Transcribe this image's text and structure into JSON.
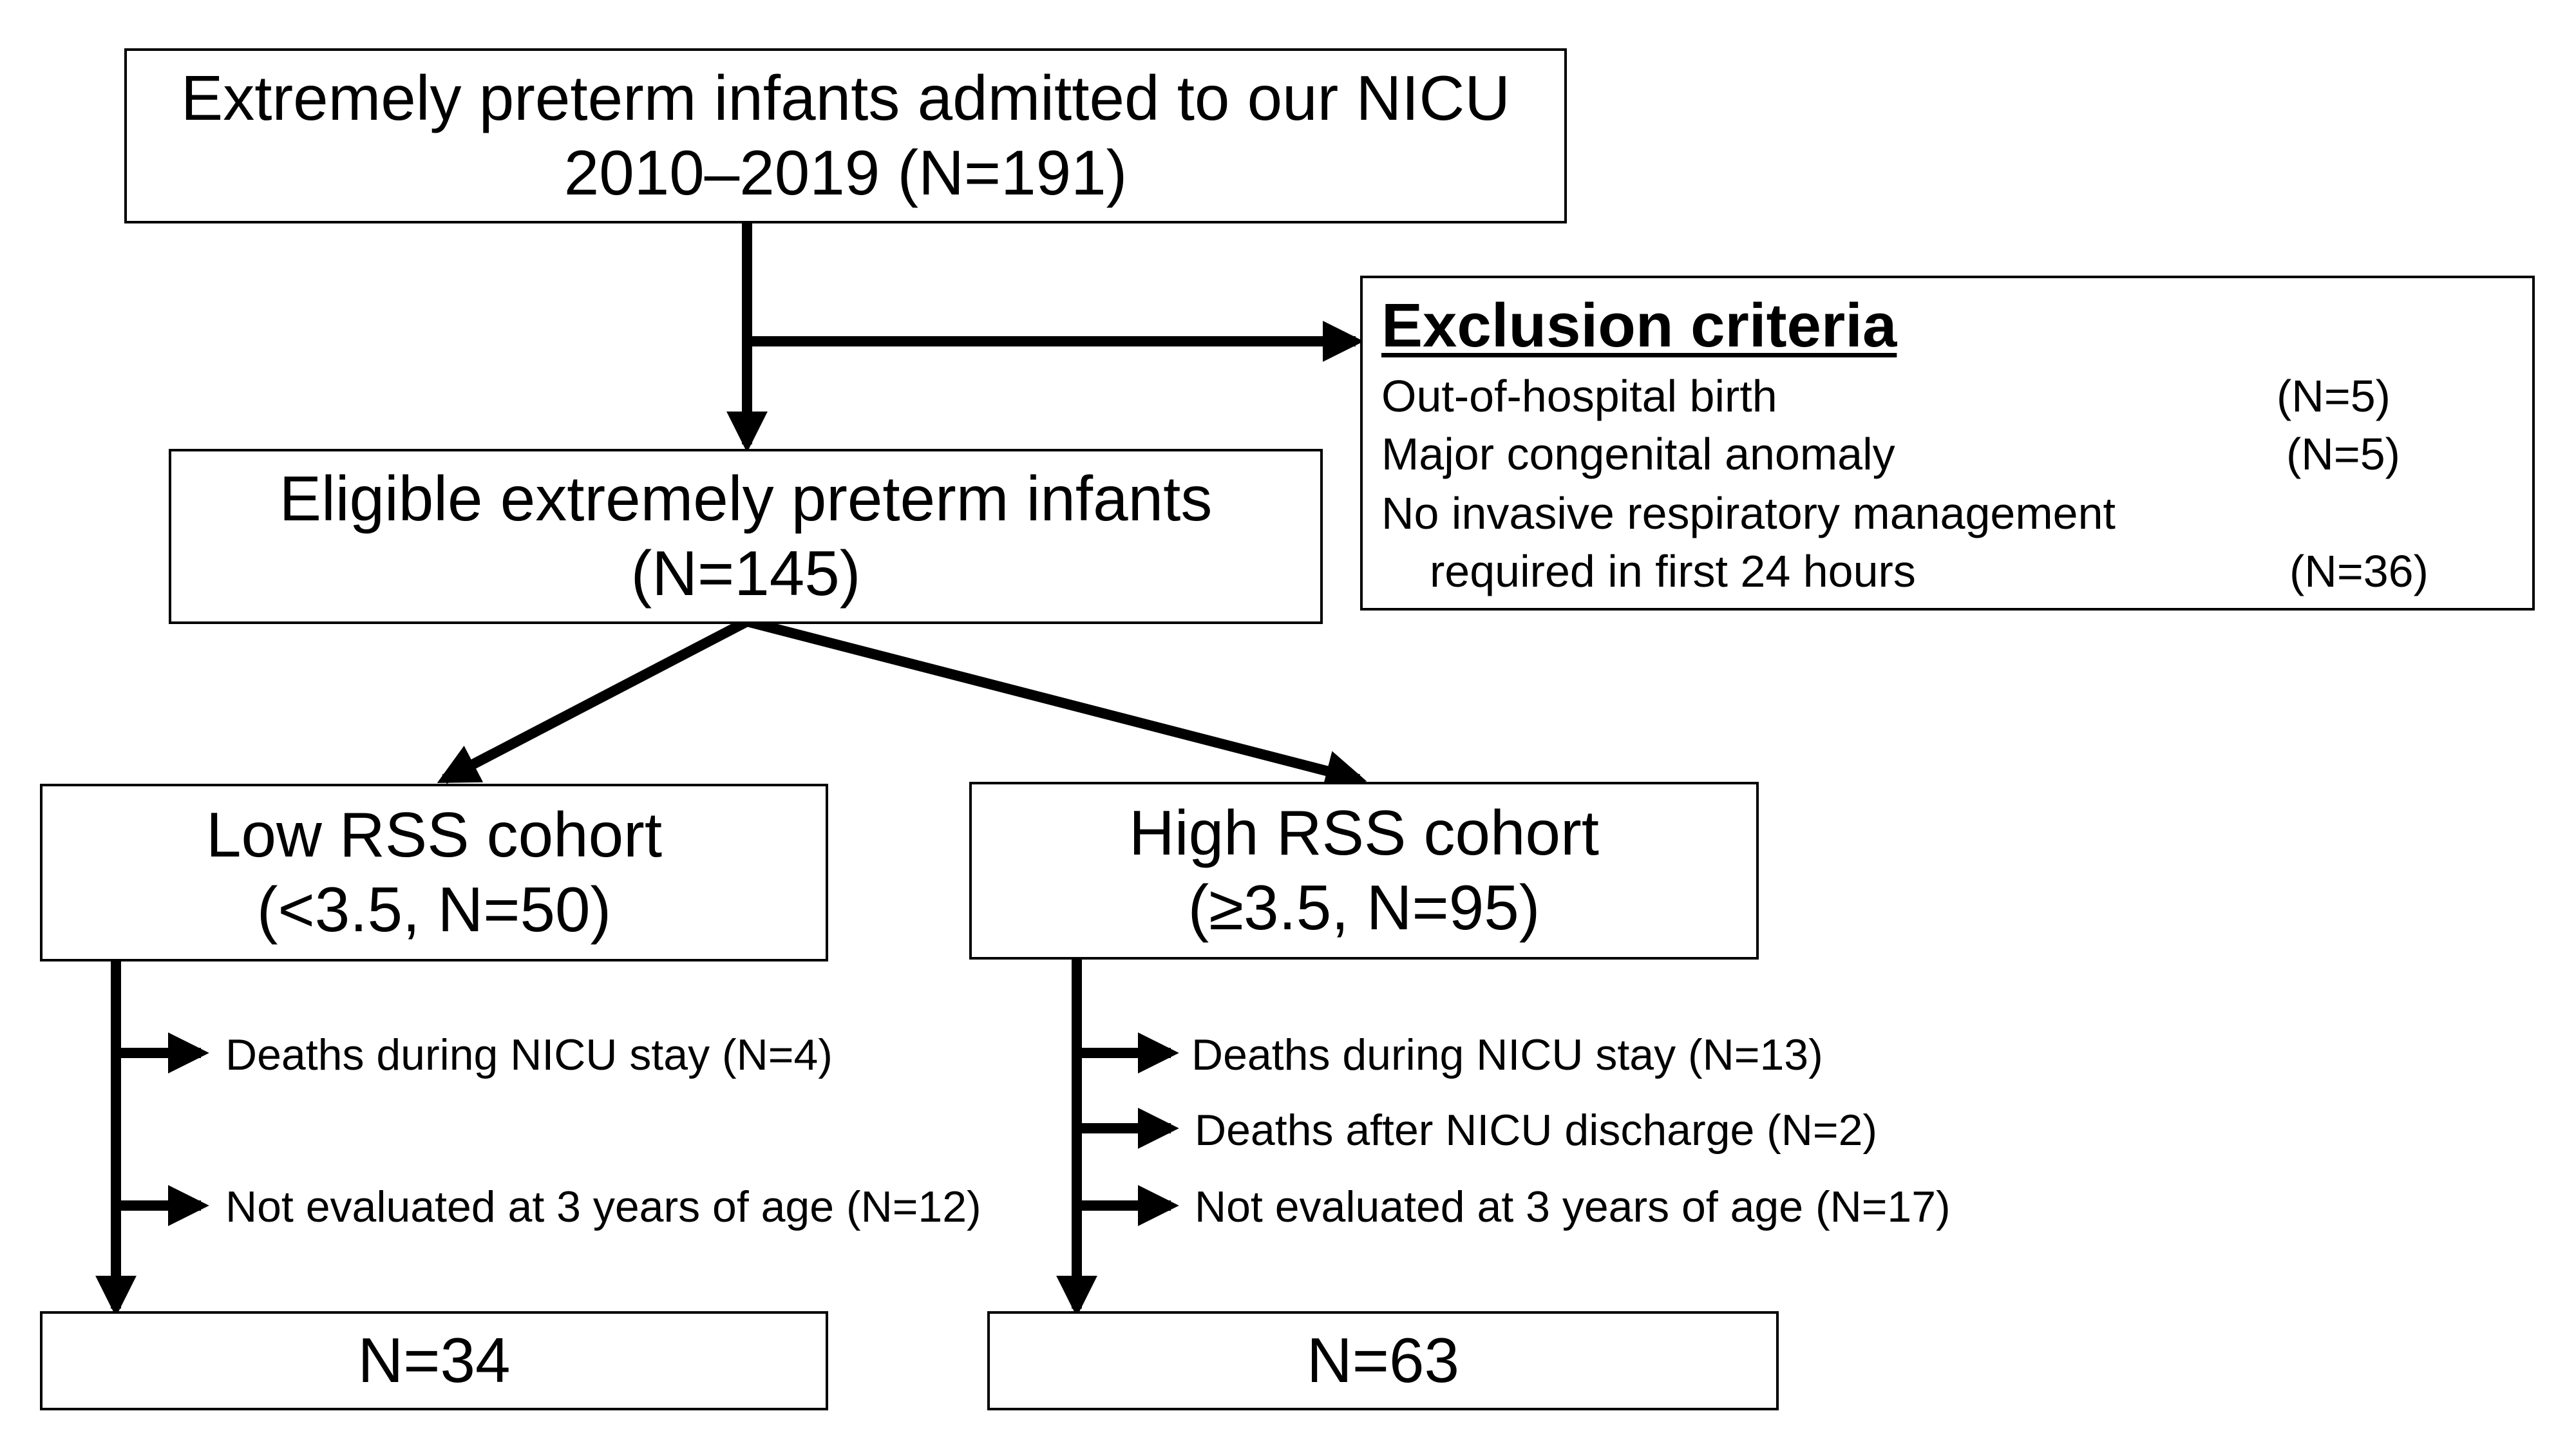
{
  "flowchart": {
    "admitted": {
      "line1": "Extremely preterm infants admitted to our NICU",
      "line2": "2010–2019 (N=191)"
    },
    "exclusion": {
      "title": "Exclusion criteria",
      "items": [
        {
          "label": "Out-of-hospital birth",
          "count": "(N=5)"
        },
        {
          "label": "Major congenital anomaly",
          "count": "(N=5)"
        },
        {
          "label": "No invasive respiratory management",
          "count": ""
        },
        {
          "label": "required in first 24 hours",
          "count": "(N=36)"
        }
      ]
    },
    "eligible": {
      "line1": "Eligible extremely preterm infants",
      "line2": "(N=145)"
    },
    "low": {
      "line1": "Low RSS cohort",
      "line2": "(<3.5, N=50)",
      "losses": [
        "Deaths during NICU stay (N=4)",
        "Not evaluated at 3 years of age (N=12)"
      ],
      "final": "N=34"
    },
    "high": {
      "line1": "High RSS cohort",
      "line2": "(≥3.5, N=95)",
      "losses": [
        "Deaths during NICU stay (N=13)",
        "Deaths after NICU discharge (N=2)",
        "Not evaluated at 3 years of age (N=17)"
      ],
      "final": "N=63"
    }
  }
}
